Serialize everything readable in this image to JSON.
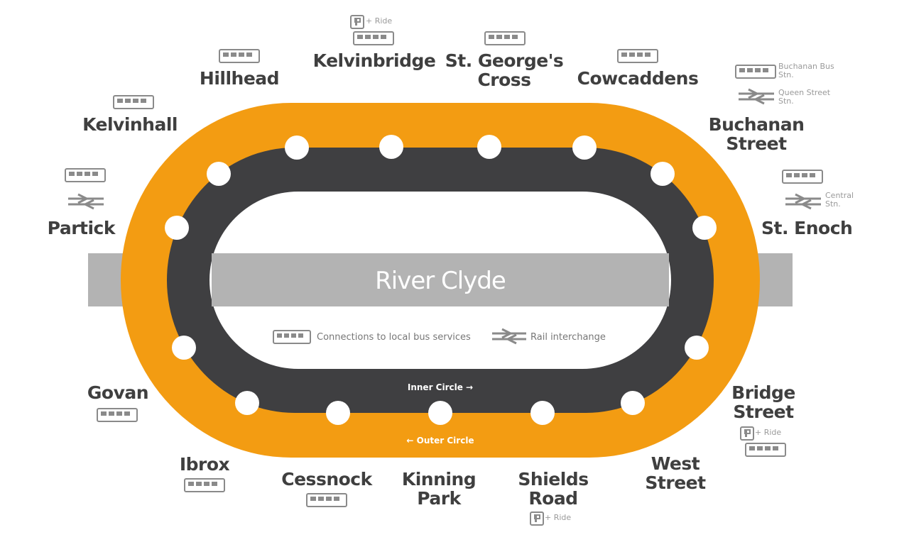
{
  "map": {
    "river_label": "River Clyde",
    "inner_circle_label": "Inner Circle",
    "outer_circle_label": "Outer Circle",
    "legend": {
      "bus_label": "Connections to local bus services",
      "rail_label": "Rail interchange"
    },
    "colors": {
      "outer_circle": "#F39C12",
      "inner_circle": "#3F3F41",
      "river": "#B3B3B3",
      "station_dot": "#FFFFFF",
      "station_text": "#3F3F3F"
    }
  },
  "stations": [
    {
      "name": "Partick",
      "name_lines": [
        "Partick"
      ],
      "bus": true,
      "rail": true
    },
    {
      "name": "Kelvinhall",
      "name_lines": [
        "Kelvinhall"
      ],
      "bus": true
    },
    {
      "name": "Hillhead",
      "name_lines": [
        "Hillhead"
      ],
      "bus": true
    },
    {
      "name": "Kelvinbridge",
      "name_lines": [
        "Kelvinbridge"
      ],
      "bus": true,
      "park_ride": true,
      "park_ride_label": "+ Ride"
    },
    {
      "name": "St. George's Cross",
      "name_lines": [
        "St. George's",
        "Cross"
      ],
      "bus": true
    },
    {
      "name": "Cowcaddens",
      "name_lines": [
        "Cowcaddens"
      ],
      "bus": true
    },
    {
      "name": "Buchanan Street",
      "name_lines": [
        "Buchanan",
        "Street"
      ],
      "bus": true,
      "rail": true,
      "bus_note": "Buchanan Bus Stn.",
      "rail_note": "Queen Street Stn."
    },
    {
      "name": "St. Enoch",
      "name_lines": [
        "St. Enoch"
      ],
      "bus": true,
      "rail": true,
      "rail_note": "Central Stn."
    },
    {
      "name": "Bridge Street",
      "name_lines": [
        "Bridge",
        "Street"
      ],
      "bus": true,
      "park_ride": true,
      "park_ride_label": "+ Ride"
    },
    {
      "name": "West Street",
      "name_lines": [
        "West",
        "Street"
      ]
    },
    {
      "name": "Shields Road",
      "name_lines": [
        "Shields",
        "Road"
      ],
      "park_ride": true,
      "park_ride_label": "+ Ride"
    },
    {
      "name": "Kinning Park",
      "name_lines": [
        "Kinning",
        "Park"
      ]
    },
    {
      "name": "Cessnock",
      "name_lines": [
        "Cessnock"
      ],
      "bus": true
    },
    {
      "name": "Ibrox",
      "name_lines": [
        "Ibrox"
      ],
      "bus": true
    },
    {
      "name": "Govan",
      "name_lines": [
        "Govan"
      ],
      "bus": true
    }
  ]
}
